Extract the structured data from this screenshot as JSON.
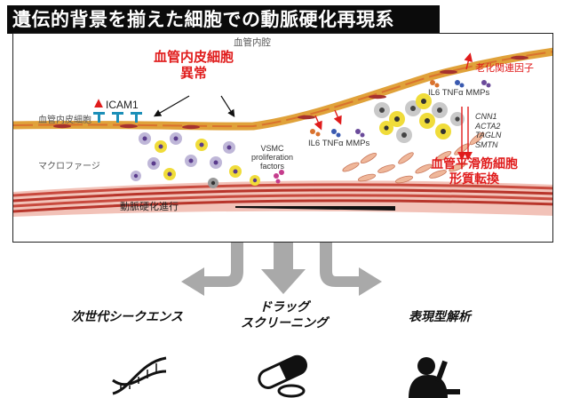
{
  "title": "遺伝的背景を揃えた細胞での動脈硬化再現系",
  "diagram": {
    "lumen_label": "血管内腔",
    "endothelial_abnormality": "血管内皮細胞\n異常",
    "icam_label": "ICAM1",
    "endothelial_cell_label": "血管内皮細胞",
    "macrophage_label": "マクロファージ",
    "vsmc_factors": "VSMC\nproliferation\nfactors",
    "cytokines_mid": [
      "IL6",
      "TNFα",
      "MMPs"
    ],
    "cytokines_top": [
      "IL6",
      "TNFα",
      "MMPs"
    ],
    "aging_factor_label": "老化関連因子",
    "smooth_muscle_genes": [
      "CNN1",
      "ACTA2",
      "TAGLN",
      "SMTN"
    ],
    "smooth_muscle_transition": "血管平滑筋細胞\n形質転換",
    "progression_label": "動脈硬化進行"
  },
  "applications": [
    {
      "label": "次世代シークエンス",
      "icon": "dna-helix-icon"
    },
    {
      "label": "ドラッグ\nスクリーニング",
      "icon": "pill-capsule-icon"
    },
    {
      "label": "表現型解析",
      "icon": "microscope-researcher-icon"
    }
  ],
  "colors": {
    "accent_red": "#e01c1c",
    "arrow_gray": "#a9a9a9",
    "title_bg": "#0b0b0b"
  }
}
